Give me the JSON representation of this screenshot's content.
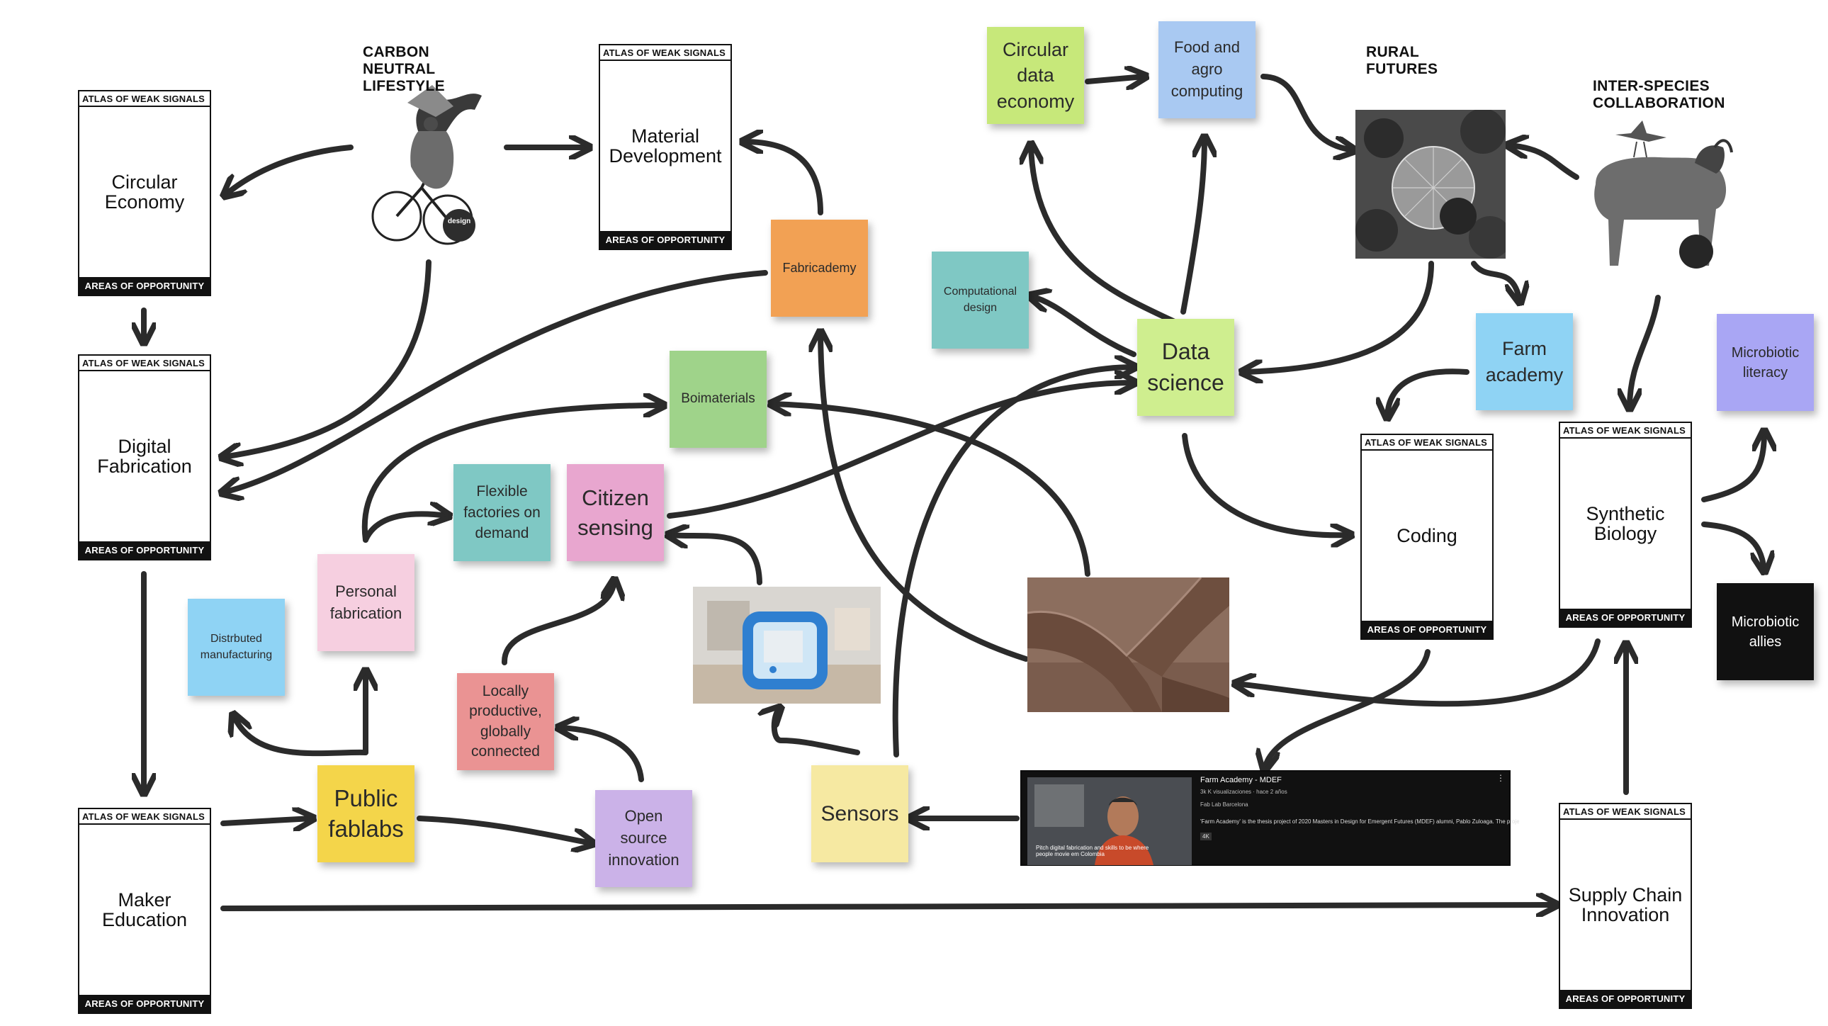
{
  "atlas_cards": {
    "header": "ATLAS OF WEAK SIGNALS",
    "footer": "AREAS OF OPPORTUNITY",
    "circular_economy": "Circular\nEconomy",
    "digital_fabrication": "Digital\nFabrication",
    "maker_education": "Maker\nEducation",
    "material_development": "Material\nDevelopment",
    "coding": "Coding",
    "synthetic_biology": "Synthetic\nBiology",
    "supply_chain_innovation": "Supply Chain\nInnovation"
  },
  "notes": {
    "circular_data_economy": "Circular\ndata\neconomy",
    "food_agro_computing": "Food and\nagro\ncomputing",
    "fabricademy": "Fabricademy",
    "computational_design": "Computational\ndesign",
    "data_science": "Data\nscience",
    "farm_academy": "Farm\nacademy",
    "microbiotic_literacy": "Microbiotic\nliteracy",
    "microbiotic_allies": "Microbiotic\nallies",
    "boimaterials": "Boimaterials",
    "flexible_factories": "Flexible\nfactories on\ndemand",
    "citizen_sensing": "Citizen\nsensing",
    "personal_fabrication": "Personal\nfabrication",
    "distrbuted_manufacturing": "Distrbuted\nmanufacturing",
    "locally_productive": "Locally\nproductive,\nglobally\nconnected",
    "public_fablabs": "Public\nfablabs",
    "open_source_innovation": "Open\nsource\ninnovation",
    "sensors": "Sensors"
  },
  "image_labels": {
    "carbon_neutral": "CARBON\nNEUTRAL\nLIFESTYLE",
    "rural_futures": "RURAL\nFUTURES",
    "inter_species": "INTER-SPECIES\nCOLLABORATION"
  },
  "video": {
    "title": "Farm Academy - MDEF",
    "meta_1": "3k K visualizaciones · hace 2 años",
    "meta_2": "Fab Lab Barcelona",
    "description": "'Farm Academy' is the thesis project of 2020 Masters in Design for Emergent Futures (MDEF) alumni, Pablo Zuloaga. The project...",
    "caption": "Pitch digital fabrication and skills to be where people movie em Colombia",
    "badge": "4K"
  },
  "colors": {
    "yellow": "#f6e9a2",
    "gold": "#f4d54a",
    "lime": "#cfee8f",
    "lime_bright": "#c7e87a",
    "blue": "#a9c9f2",
    "sky": "#8fd3f4",
    "teal": "#7fc8c4",
    "orange": "#f2a154",
    "green": "#9fd38a",
    "pink": "#e8a6cf",
    "pink_light": "#f6cfe0",
    "salmon": "#ea9393",
    "purple": "#cbb2e8",
    "periwinkle": "#a9a6f4",
    "black": "#111111",
    "arrow": "#2b2b2b"
  }
}
